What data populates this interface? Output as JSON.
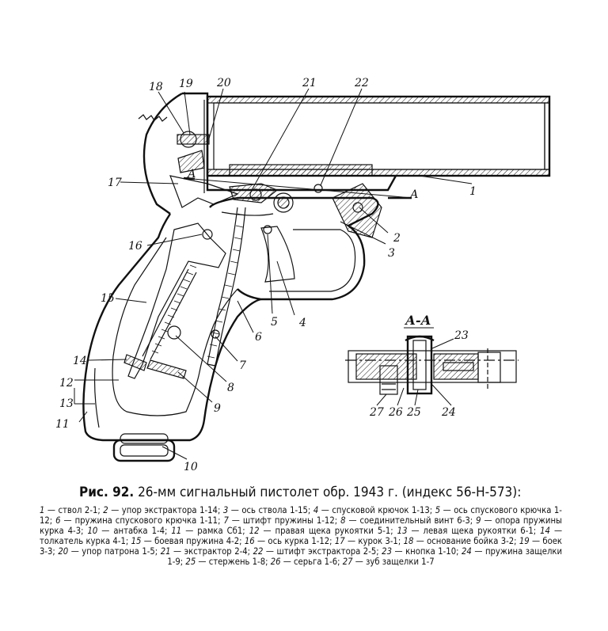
{
  "caption": {
    "prefix": "Рис. 92.",
    "text": "26-мм сигнальный пистолет обр. 1943 г. (индекс 56-Н-573):"
  },
  "section": {
    "title": "А-А",
    "mark": "А",
    "mark_right": "А"
  },
  "labels": {
    "l1": "1",
    "l2": "2",
    "l3": "3",
    "l4": "4",
    "l5": "5",
    "l6": "6",
    "l7": "7",
    "l8": "8",
    "l9": "9",
    "l10": "10",
    "l11": "11",
    "l12": "12",
    "l13": "13",
    "l14": "14",
    "l15": "15",
    "l16": "16",
    "l17": "17",
    "l18": "18",
    "l19": "19",
    "l20": "20",
    "l21": "21",
    "l22": "22",
    "l23": "23",
    "l24": "24",
    "l25": "25",
    "l26": "26",
    "l27": "27"
  },
  "legend": [
    {
      "n": "1",
      "t": "ствол 2-1;"
    },
    {
      "n": "2",
      "t": "упор экстрактора 1-14;"
    },
    {
      "n": "3",
      "t": "ось ствола 1-15;"
    },
    {
      "n": "4",
      "t": "спусковой крючок 1-13;"
    },
    {
      "n": "5",
      "t": "ось спускового крючка 1-12;"
    },
    {
      "n": "6",
      "t": "пружина спускового крючка 1-11;"
    },
    {
      "n": "7",
      "t": "штифт пружины 1-12;"
    },
    {
      "n": "8",
      "t": "соединительный винт 6-3;"
    },
    {
      "n": "9",
      "t": "опора пружины курка 4-3;"
    },
    {
      "n": "10",
      "t": "антабка 1-4;"
    },
    {
      "n": "11",
      "t": "рамка Сб1;"
    },
    {
      "n": "12",
      "t": "правая щека рукоятки 5-1;"
    },
    {
      "n": "13",
      "t": "левая щека рукоятки 6-1;"
    },
    {
      "n": "14",
      "t": "толкатель курка 4-1;"
    },
    {
      "n": "15",
      "t": "боевая пружина 4-2;"
    },
    {
      "n": "16",
      "t": "ось курка 1-12;"
    },
    {
      "n": "17",
      "t": "курок 3-1;"
    },
    {
      "n": "18",
      "t": "основание бойка 3-2;"
    },
    {
      "n": "19",
      "t": "боек 3-3;"
    },
    {
      "n": "20",
      "t": "упор патрона 1-5;"
    },
    {
      "n": "21",
      "t": "экстрактор 2-4;"
    },
    {
      "n": "22",
      "t": "штифт экстрактора 2-5;"
    },
    {
      "n": "23",
      "t": "кнопка 1-10;"
    },
    {
      "n": "24",
      "t": "пружина защелки 1-9;"
    },
    {
      "n": "25",
      "t": "стержень 1-8;"
    },
    {
      "n": "26",
      "t": "серьга 1-6;"
    },
    {
      "n": "27",
      "t": "зуб защелки 1-7"
    }
  ]
}
